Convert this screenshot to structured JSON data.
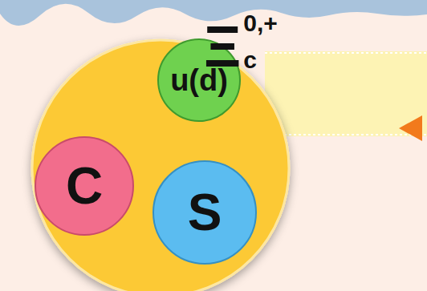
{
  "diagram": {
    "nodes": [
      {
        "text": [
          "u(d)"
        ]
      },
      {
        "text": [
          "C"
        ]
      },
      {
        "text": [
          "S"
        ]
      }
    ],
    "labels": [
      "Ξ",
      "0,+",
      "c"
    ]
  }
}
